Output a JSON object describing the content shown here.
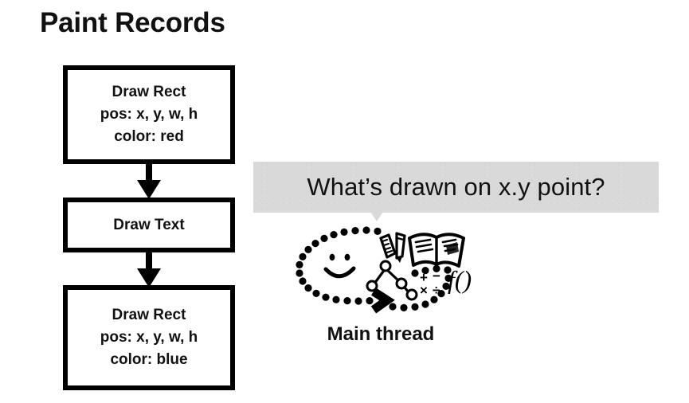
{
  "slide": {
    "title": "Paint Records",
    "background_color": "#ffffff",
    "ink_color": "#111111"
  },
  "paint_records": {
    "boxes": [
      {
        "name": "draw-rect-red",
        "lines": [
          "Draw Rect",
          "pos: x, y, w, h",
          "color: red"
        ],
        "operation": "Draw Rect",
        "pos": "pos: x, y, w, h",
        "color": "color: red"
      },
      {
        "name": "draw-text",
        "lines": [
          "Draw Text"
        ],
        "operation": "Draw Text"
      },
      {
        "name": "draw-rect-blue",
        "lines": [
          "Draw Rect",
          "pos: x, y, w, h",
          "color: blue"
        ],
        "operation": "Draw Rect",
        "pos": "pos: x, y, w, h",
        "color": "color: blue"
      }
    ],
    "border_color": "#000000",
    "arrow_color": "#000000"
  },
  "speech_bubble": {
    "text": "What’s drawn on x.y point?",
    "background_color": "#d9d9d9",
    "text_color": "#111111"
  },
  "main_thread": {
    "label": "Main thread",
    "illustration_icons": [
      "dotted-oval-face-icon",
      "smiley-face-icon",
      "ruler-icon",
      "pencil-icon",
      "open-book-icon",
      "node-tree-icon",
      "math-operators-icon",
      "function-notation-icon",
      "chevron-right-icon"
    ],
    "math_operators": [
      "+",
      "−",
      "×",
      "÷"
    ],
    "function_notation": "f()"
  }
}
